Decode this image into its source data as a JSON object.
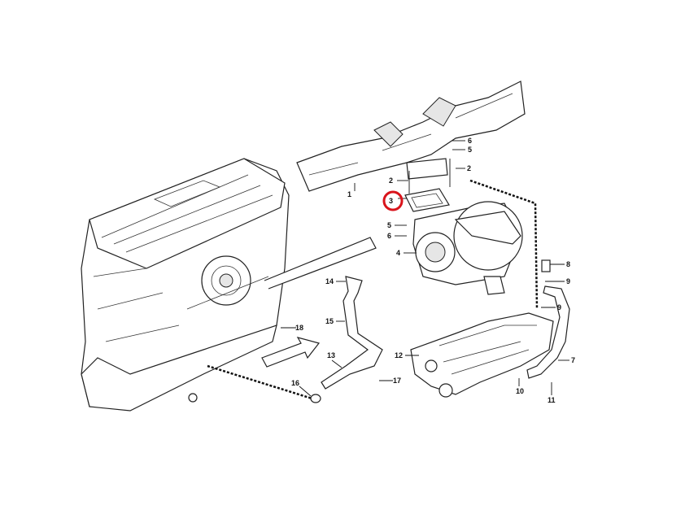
{
  "diagram": {
    "highlight_color": "#d9141b",
    "highlighted_callout": "3",
    "callouts": {
      "c1": "1",
      "c2a": "2",
      "c2b": "2",
      "c3": "3",
      "c4": "4",
      "c5a": "5",
      "c6a": "6",
      "c6b": "6",
      "c5b": "5",
      "c7": "7",
      "c8": "8",
      "c9a": "9",
      "c9b": "9",
      "c10": "10",
      "c11": "11",
      "c12": "12",
      "c13": "13",
      "c14": "14",
      "c15": "15",
      "c16": "16",
      "c17": "17",
      "c18": "18"
    }
  }
}
